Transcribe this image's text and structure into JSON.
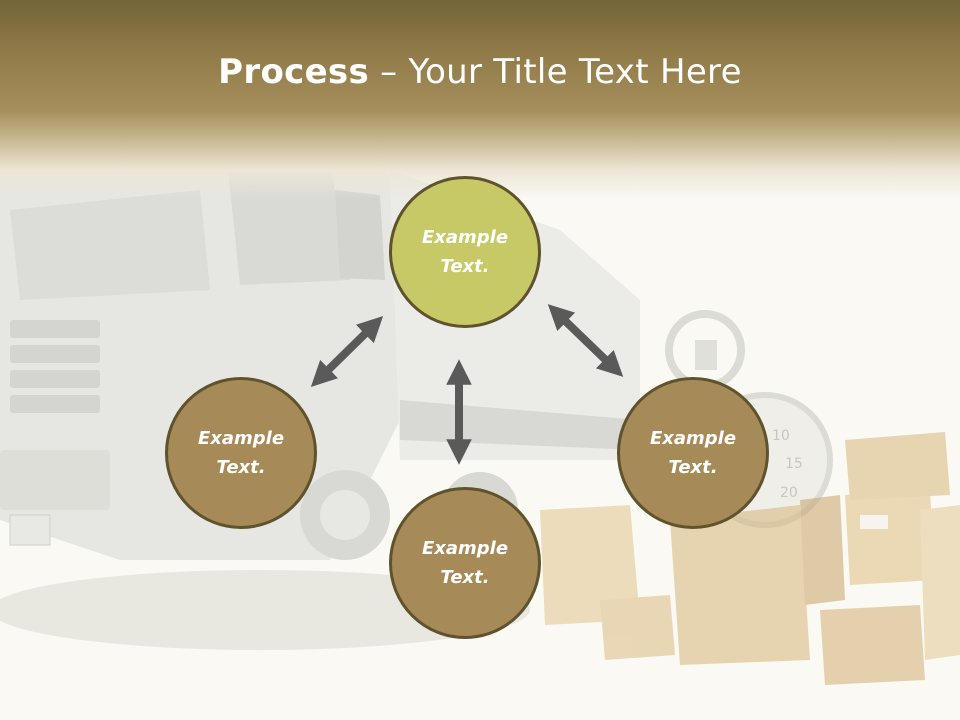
{
  "title": {
    "bold": "Process",
    "rest": " – Your Title Text Here"
  },
  "nodes": {
    "top": "Example\nText.",
    "left": "Example\nText.",
    "right": "Example\nText.",
    "bottom": "Example\nText."
  },
  "background": {
    "stopwatch_marks": [
      "10",
      "15",
      "20"
    ]
  },
  "colors": {
    "header": "#8f7a48",
    "top_node": "#c7c866",
    "brown_node": "#a68a58",
    "node_border": "#5f532d",
    "arrow": "#5a5a5a"
  }
}
